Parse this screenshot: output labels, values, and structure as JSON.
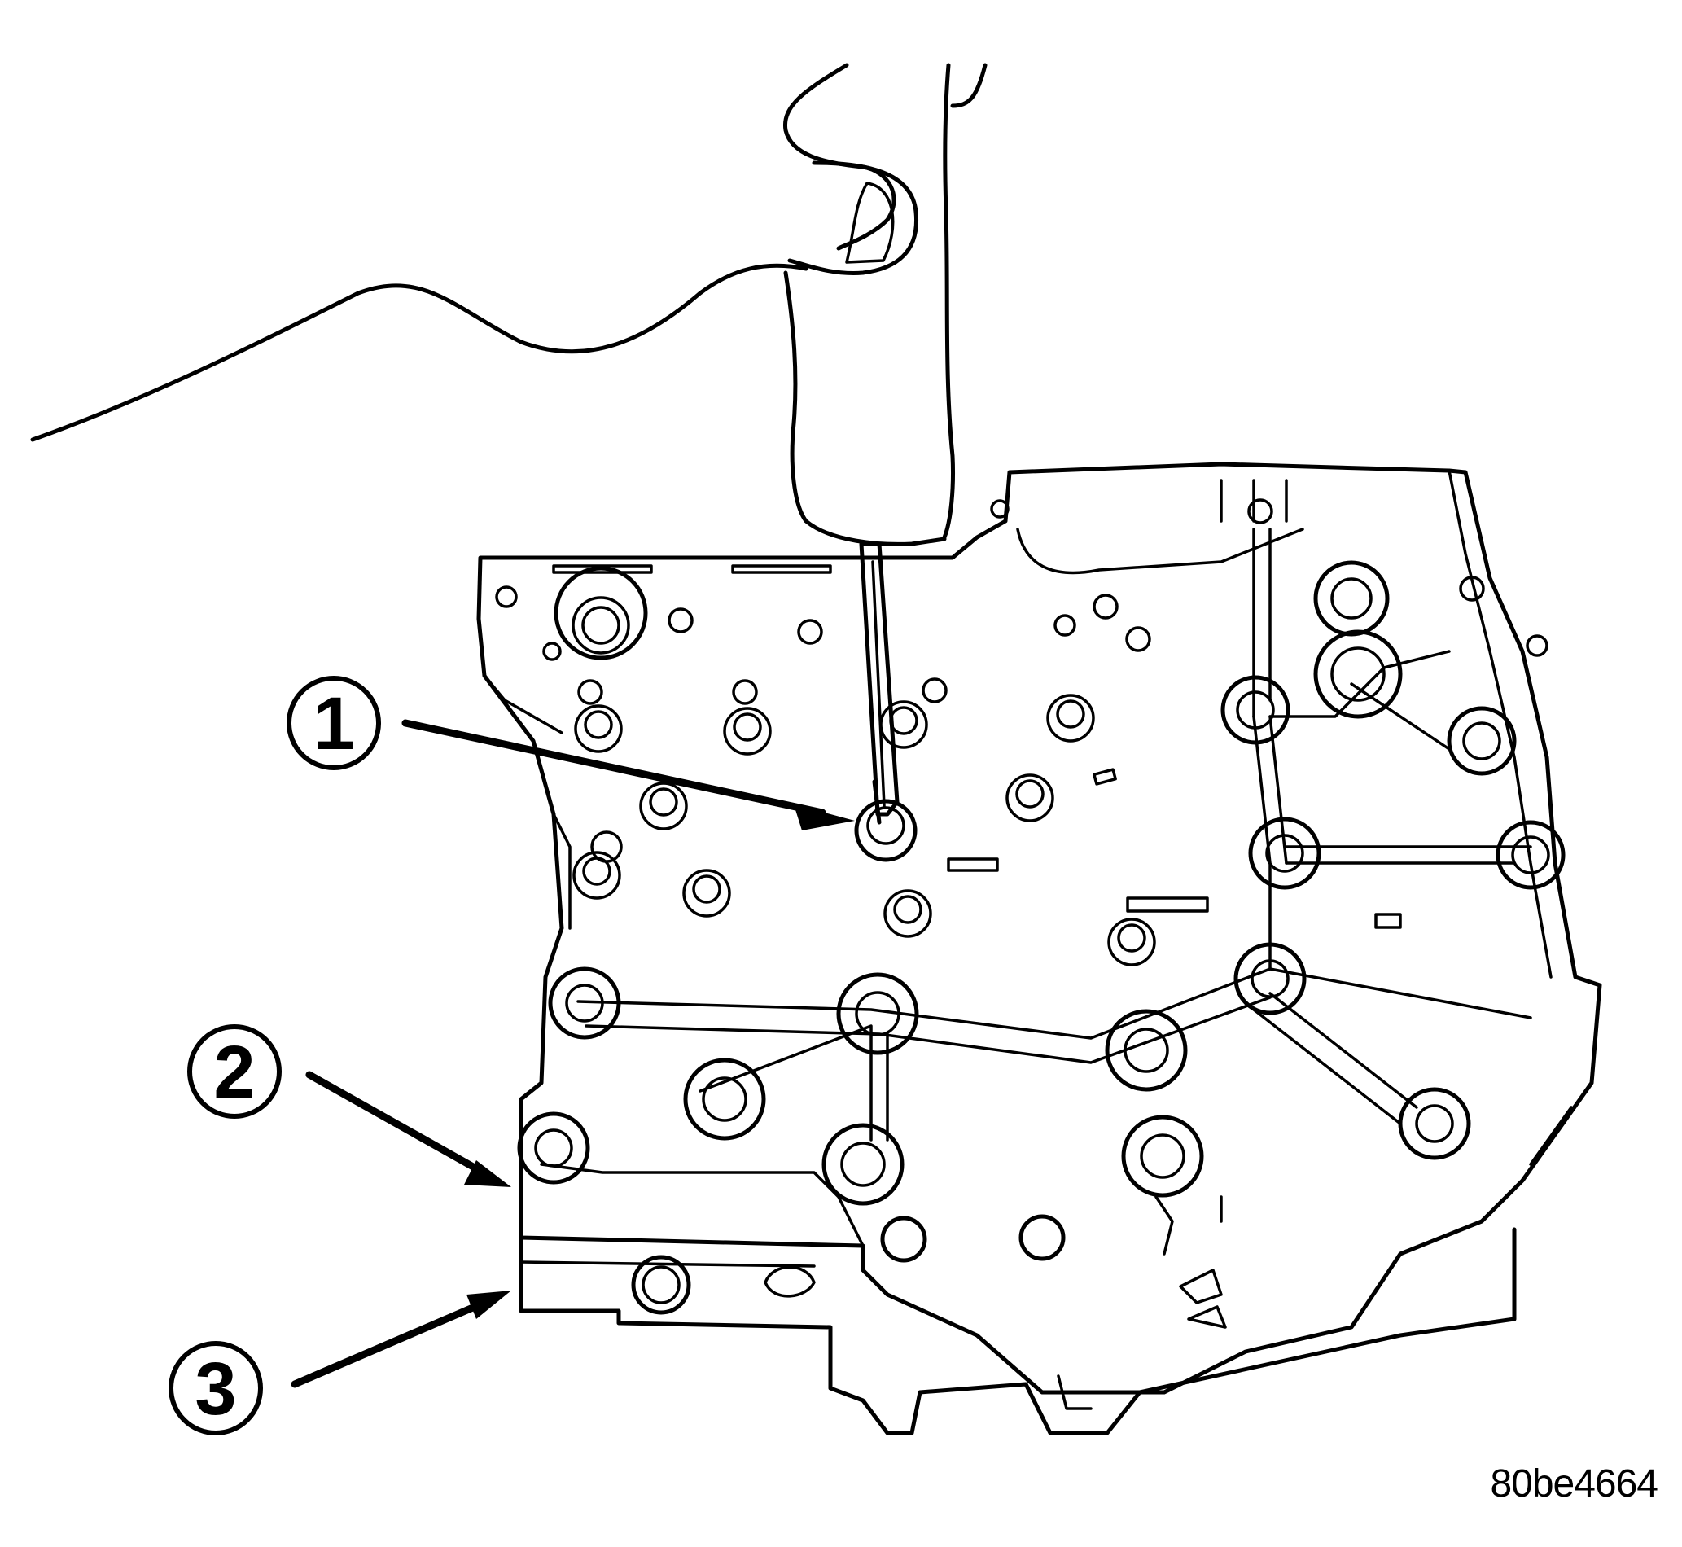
{
  "callouts": [
    {
      "label": "1"
    },
    {
      "label": "2"
    },
    {
      "label": "3"
    }
  ],
  "figure_id": "80be4664"
}
